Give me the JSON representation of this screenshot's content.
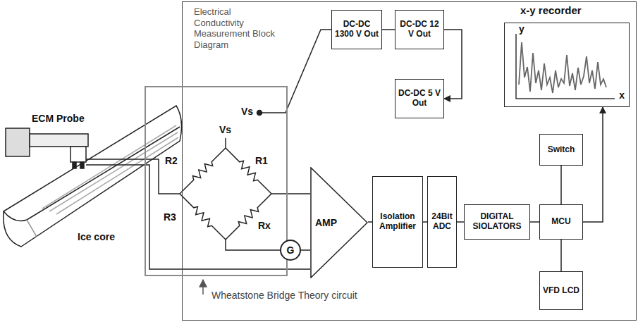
{
  "diagram": {
    "nodes": [
      {
        "text": [
          "Electrical Conductivity Measurement Block Diagram"
        ]
      },
      {
        "text": [
          "DC-DC 1300 V Out"
        ],
        "in": 0
      },
      {
        "text": [
          "DC-DC 12 V Out"
        ],
        "in": 0
      },
      {
        "text": [
          "DC-DC 5 V Out"
        ],
        "in": 0
      },
      {
        "text": [
          "x-y recorder",
          "y",
          "x"
        ],
        "in": 0
      },
      {
        "text": [
          "Wheatstone Bridge Theory circuit"
        ]
      },
      {
        "text": [
          "AMP"
        ],
        "in": 0
      },
      {
        "text": [
          "Isolation Amplifier"
        ],
        "in": 0
      },
      {
        "text": [
          "24Bit ADC"
        ],
        "in": 0
      },
      {
        "text": [
          "DIGITAL SIOLATORS"
        ],
        "in": 0
      },
      {
        "text": [
          "Switch"
        ],
        "in": 0
      },
      {
        "text": [
          "MCU"
        ],
        "in": 0
      },
      {
        "text": [
          "VFD LCD"
        ],
        "in": 0
      },
      {
        "text": [
          "G"
        ],
        "in": 5
      }
    ],
    "edges": [
      {
        "from": 1,
        "to": 2,
        "arrow": "none"
      },
      {
        "from": 2,
        "to": 3,
        "arrow": "to"
      },
      {
        "from": 6,
        "to": 7,
        "arrow": "none"
      },
      {
        "from": 7,
        "to": 8,
        "arrow": "none"
      },
      {
        "from": 8,
        "to": 9,
        "arrow": "none"
      },
      {
        "from": 9,
        "to": 11,
        "arrow": "none"
      },
      {
        "from": 11,
        "to": 10,
        "arrow": "none"
      },
      {
        "from": 11,
        "to": 12,
        "arrow": "none"
      },
      {
        "from": 11,
        "to": 4,
        "arrow": "to"
      },
      {
        "from": 13,
        "to": 6,
        "arrow": "none"
      }
    ],
    "labels": [
      "ECM Probe",
      "Ice core",
      "Vs",
      "Vs",
      "R2",
      "R1",
      "R3",
      "Rx"
    ]
  }
}
